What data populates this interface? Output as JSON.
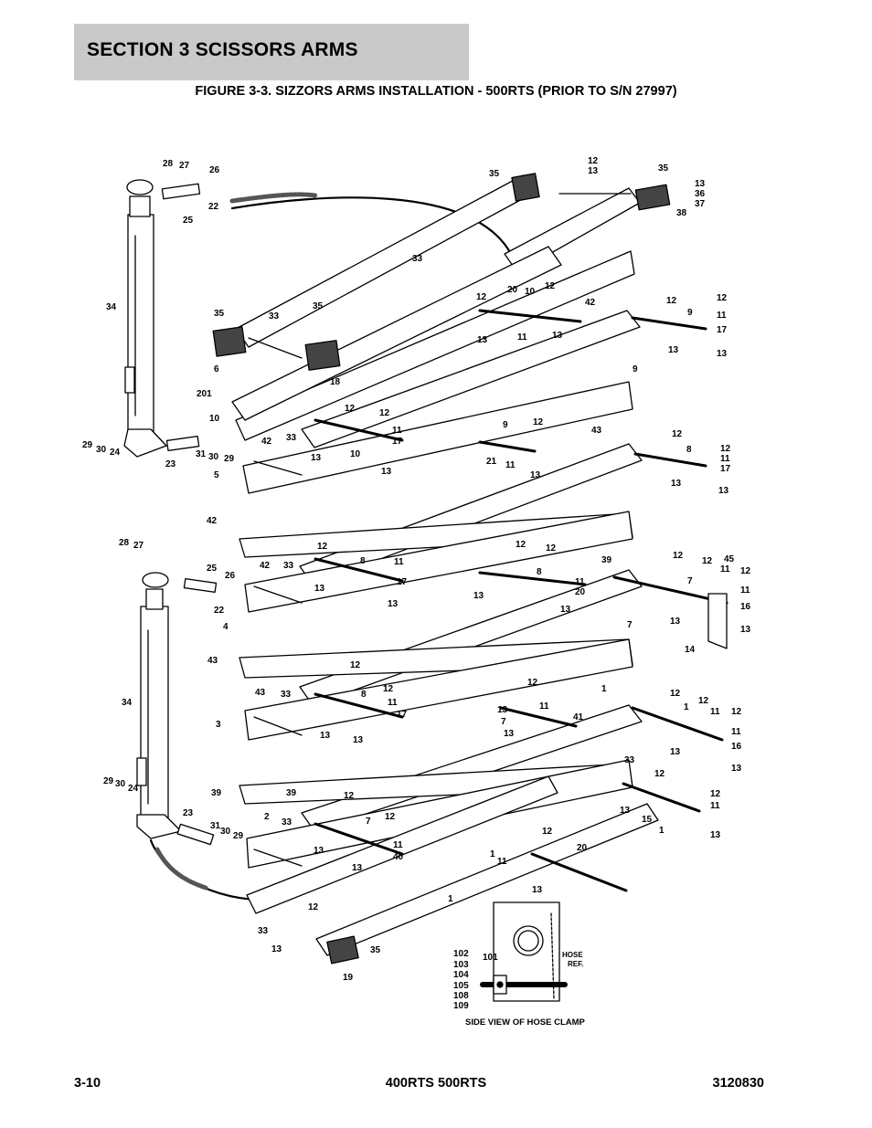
{
  "section": {
    "title": "SECTION 3   SCISSORS ARMS"
  },
  "figure": {
    "title": "FIGURE 3-3. SIZZORS ARMS INSTALLATION - 500RTS (PRIOR TO S/N 27997)"
  },
  "inset": {
    "caption": "SIDE VIEW OF HOSE CLAMP",
    "hose_ref_label": "HOSE REF.",
    "callouts": [
      "101",
      "102",
      "103",
      "104",
      "105",
      "108",
      "109"
    ]
  },
  "callouts": [
    "1",
    "2",
    "3",
    "4",
    "5",
    "6",
    "7",
    "8",
    "9",
    "10",
    "11",
    "12",
    "13",
    "14",
    "15",
    "16",
    "17",
    "18",
    "19",
    "20",
    "21",
    "22",
    "23",
    "24",
    "25",
    "26",
    "27",
    "28",
    "29",
    "30",
    "31",
    "33",
    "34",
    "35",
    "36",
    "37",
    "38",
    "39",
    "40",
    "41",
    "42",
    "43",
    "45",
    "201"
  ],
  "footer": {
    "page": "3-10",
    "model": "400RTS 500RTS",
    "doc_number": "3120830"
  },
  "colors": {
    "header_bg": "#c9c9c9",
    "ink": "#000000"
  }
}
